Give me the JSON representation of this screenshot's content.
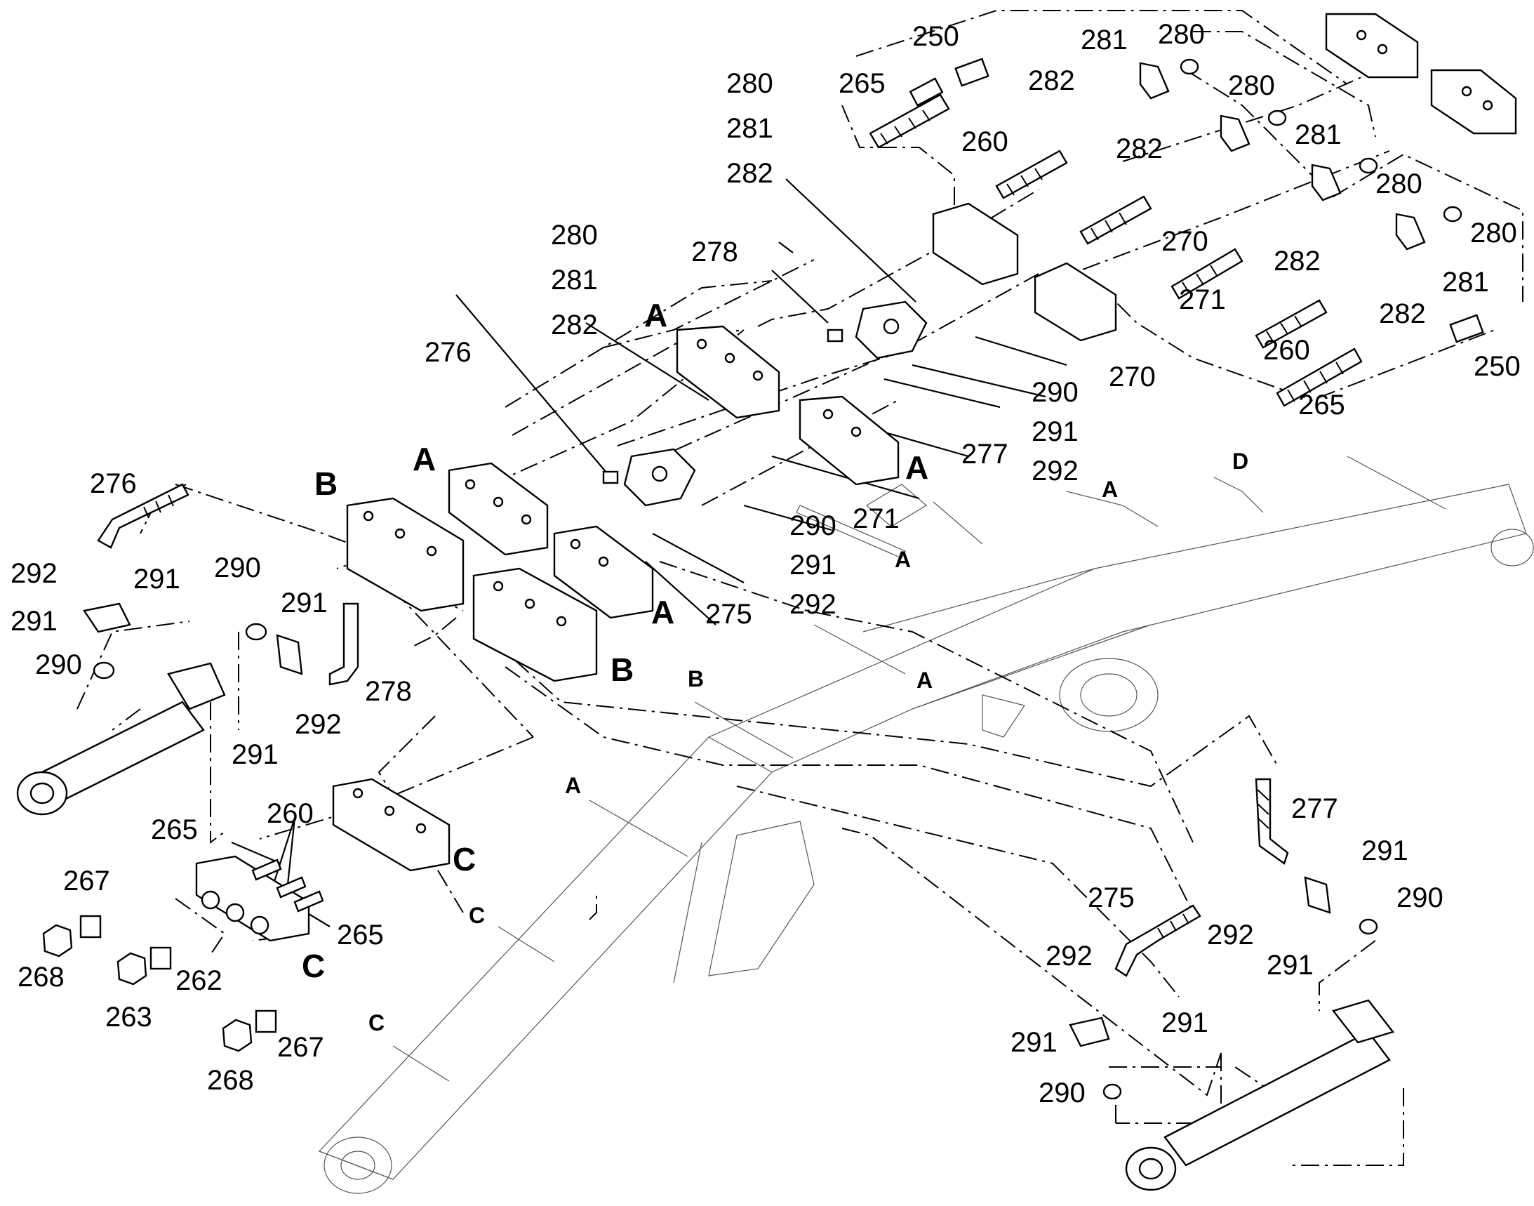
{
  "labels": {
    "l250a": "250",
    "l265a": "265",
    "l280a": "280",
    "l281a": "281",
    "l282a": "282",
    "l280b": "280",
    "l282b": "282",
    "l260a": "260",
    "l281b": "281",
    "l280c": "280",
    "l270a": "270",
    "l282c": "282",
    "l271a": "271",
    "l280d": "280",
    "l281c": "281",
    "l282d": "282",
    "l260b": "260",
    "l250b": "250",
    "l265b": "265",
    "s280a": "280",
    "s281a": "281",
    "s282a": "282",
    "s280b": "280",
    "s281b": "281",
    "s282b": "282",
    "l278a": "278",
    "l276a": "276",
    "l270b": "270",
    "l290a": "290",
    "l291a": "291",
    "l292a": "292",
    "l277a": "277",
    "l271b": "271",
    "l290b": "290",
    "l291b": "291",
    "l292b": "292",
    "l275a": "275",
    "l276b": "276",
    "l292c": "292",
    "l291c": "291",
    "l291d": "291",
    "l290c": "290",
    "l290d": "290",
    "l291e": "291",
    "l278b": "278",
    "l292d": "292",
    "l291f": "291",
    "l265c": "265",
    "l260c": "260",
    "l267a": "267",
    "l265d": "265",
    "l268a": "268",
    "l262a": "262",
    "l263a": "263",
    "l268b": "268",
    "l267b": "267",
    "l277b": "277",
    "l291g": "291",
    "l290e": "290",
    "l292e": "292",
    "l291h": "291",
    "l275b": "275",
    "l292f": "292",
    "l291i": "291",
    "l291j": "291",
    "l290f": "290"
  },
  "sections": {
    "A1": "A",
    "A2": "A",
    "A3": "A",
    "A4": "A",
    "B1": "B",
    "B2": "B",
    "C1": "C",
    "C2": "C",
    "A5": "A",
    "D1": "D",
    "A6": "A",
    "A7": "A",
    "B3": "B",
    "A8": "A",
    "C3": "C",
    "C4": "C"
  }
}
